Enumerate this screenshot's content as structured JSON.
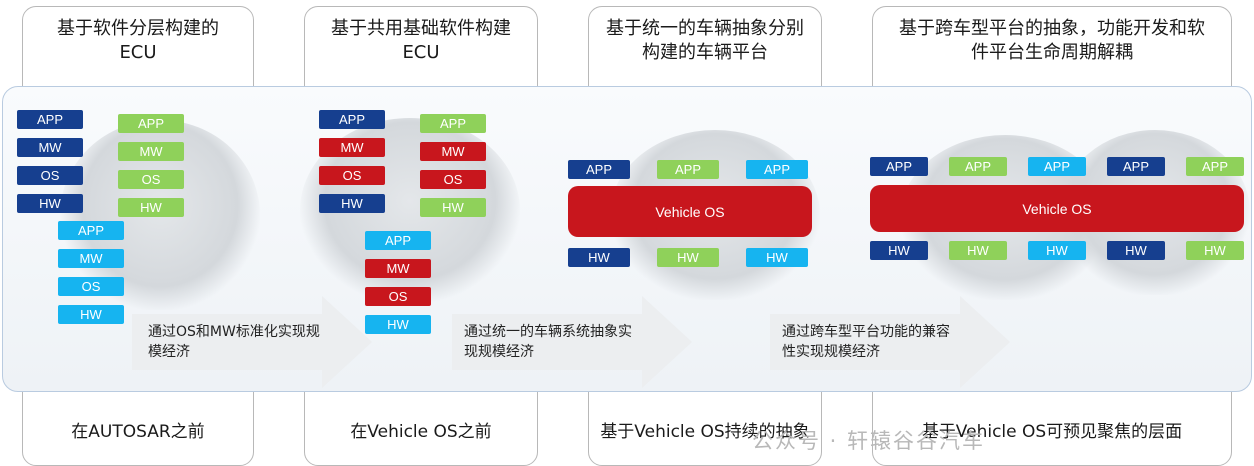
{
  "columns": [
    {
      "header": "基于软件分层构建的ECU",
      "footer": "在AUTOSAR之前"
    },
    {
      "header": "基于共用基础软件构建ECU",
      "footer": "在Vehicle OS之前"
    },
    {
      "header": "基于统一的车辆抽象分别构建的车辆平台",
      "footer": "基于Vehicle OS持续的抽象"
    },
    {
      "header": "基于跨车型平台的抽象，功能开发和软件平台生命周期解耦",
      "footer": "基于Vehicle OS可预见聚焦的层面"
    }
  ],
  "arrows": [
    {
      "text": "通过OS和MW标准化实现规模经济"
    },
    {
      "text": "通过统一的车辆系统抽象实现规模经济"
    },
    {
      "text": "通过跨车型平台功能的兼容性实现规模经济"
    }
  ],
  "labels": {
    "app": "APP",
    "mw": "MW",
    "os": "OS",
    "hw": "HW",
    "vehicle_os": "Vehicle OS"
  },
  "watermark": "公众号 · 轩辕谷谷汽车",
  "colors": {
    "navy": "#163f8f",
    "green": "#8fd15a",
    "red": "#c8161d",
    "cyan": "#16b4f0"
  }
}
